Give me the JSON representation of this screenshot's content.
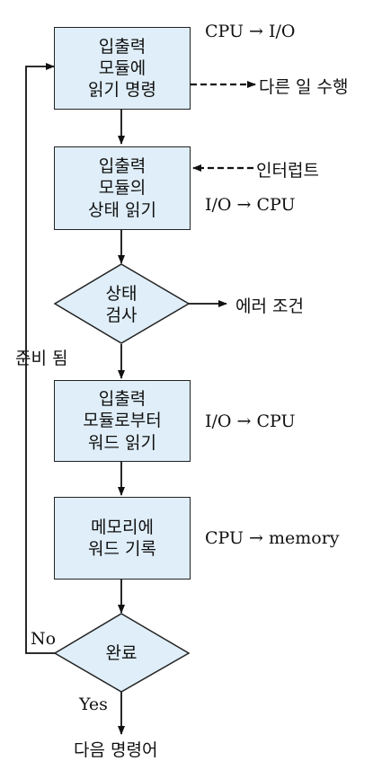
{
  "nodes": {
    "issue_read": {
      "lines": [
        "입출력",
        "모듈에",
        "읽기 명령"
      ]
    },
    "read_status": {
      "lines": [
        "입출력",
        "모듈의",
        "상태 읽기"
      ]
    },
    "check_status": {
      "lines": [
        "상태",
        "검사"
      ]
    },
    "read_word": {
      "lines": [
        "입출력",
        "모듈로부터",
        "워드 읽기"
      ]
    },
    "write_word": {
      "lines": [
        "메모리에",
        "워드 기록"
      ]
    },
    "done": {
      "lines": [
        "완료"
      ]
    }
  },
  "labels": {
    "cpu_to_io": "CPU → I/O",
    "do_other": "다른 일 수행",
    "interrupt": "인터럽트",
    "io_to_cpu_1": "I/O → CPU",
    "error_condition": "에러 조건",
    "ready": "준비 됨",
    "io_to_cpu_2": "I/O → CPU",
    "cpu_to_memory": "CPU → memory",
    "no": "No",
    "yes": "Yes",
    "next_instruction": "다음 명령어"
  },
  "colors": {
    "box_fill": "#dfeef8",
    "line": "#111111"
  }
}
